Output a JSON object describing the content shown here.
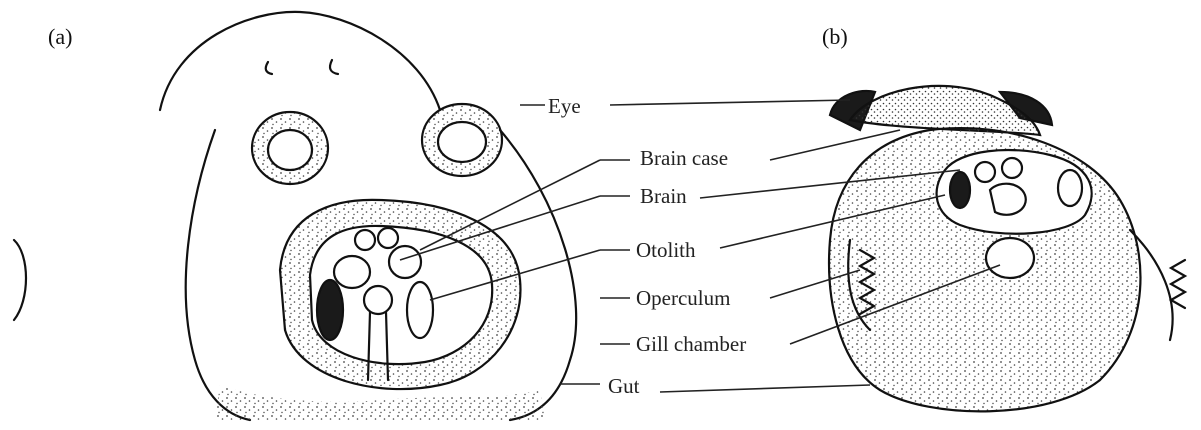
{
  "panels": {
    "a": "(a)",
    "b": "(b)"
  },
  "labels": {
    "eye": "Eye",
    "brain_case": "Brain case",
    "brain": "Brain",
    "otolith": "Otolith",
    "operculum": "Operculum",
    "gill_chamber": "Gill chamber",
    "gut": "Gut"
  },
  "colors": {
    "ink": "#111111",
    "stipple": "#555555",
    "dark_fill": "#1a1a1a"
  }
}
